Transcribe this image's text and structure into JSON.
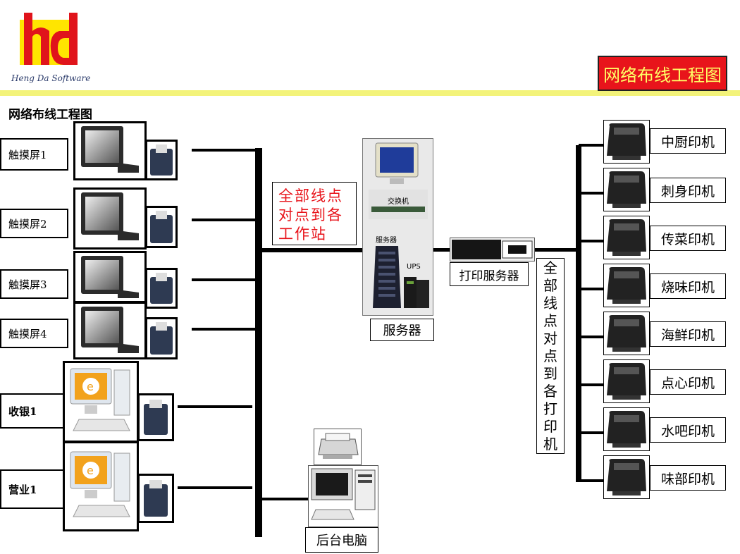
{
  "logo": {
    "mark": "hd",
    "subtitle": "Heng Da Software"
  },
  "header": {
    "badge": "网络布线工程图"
  },
  "diagram": {
    "title": "网络布线工程图",
    "terminals": [
      {
        "label": "触摸屏1"
      },
      {
        "label": "触摸屏2"
      },
      {
        "label": "触摸屏3"
      },
      {
        "label": "触摸屏4"
      }
    ],
    "pcs": [
      {
        "label": "收银1"
      },
      {
        "label": "营业1"
      }
    ],
    "annotation_left": "全部线点对点到各工作站",
    "server_rack": {
      "switch_label": "交换机",
      "server_label": "服务器",
      "ups_label": "UPS",
      "caption": "服务器"
    },
    "print_server": {
      "caption": "打印服务器"
    },
    "annotation_right": [
      "全",
      "部",
      "线",
      "点",
      "对",
      "点",
      "到",
      "各",
      "打",
      "印",
      "机"
    ],
    "backoffice": {
      "caption": "后台电脑"
    },
    "printers": [
      {
        "label": "中厨印机"
      },
      {
        "label": "刺身印机"
      },
      {
        "label": "传菜印机"
      },
      {
        "label": "烧味印机"
      },
      {
        "label": "海鲜印机"
      },
      {
        "label": "点心印机"
      },
      {
        "label": "水吧印机"
      },
      {
        "label": "味部印机"
      }
    ]
  },
  "colors": {
    "red": "#e8141b",
    "yellow": "#f3f37a",
    "badge_bg": "#e8141b",
    "badge_text": "#ffff66"
  }
}
